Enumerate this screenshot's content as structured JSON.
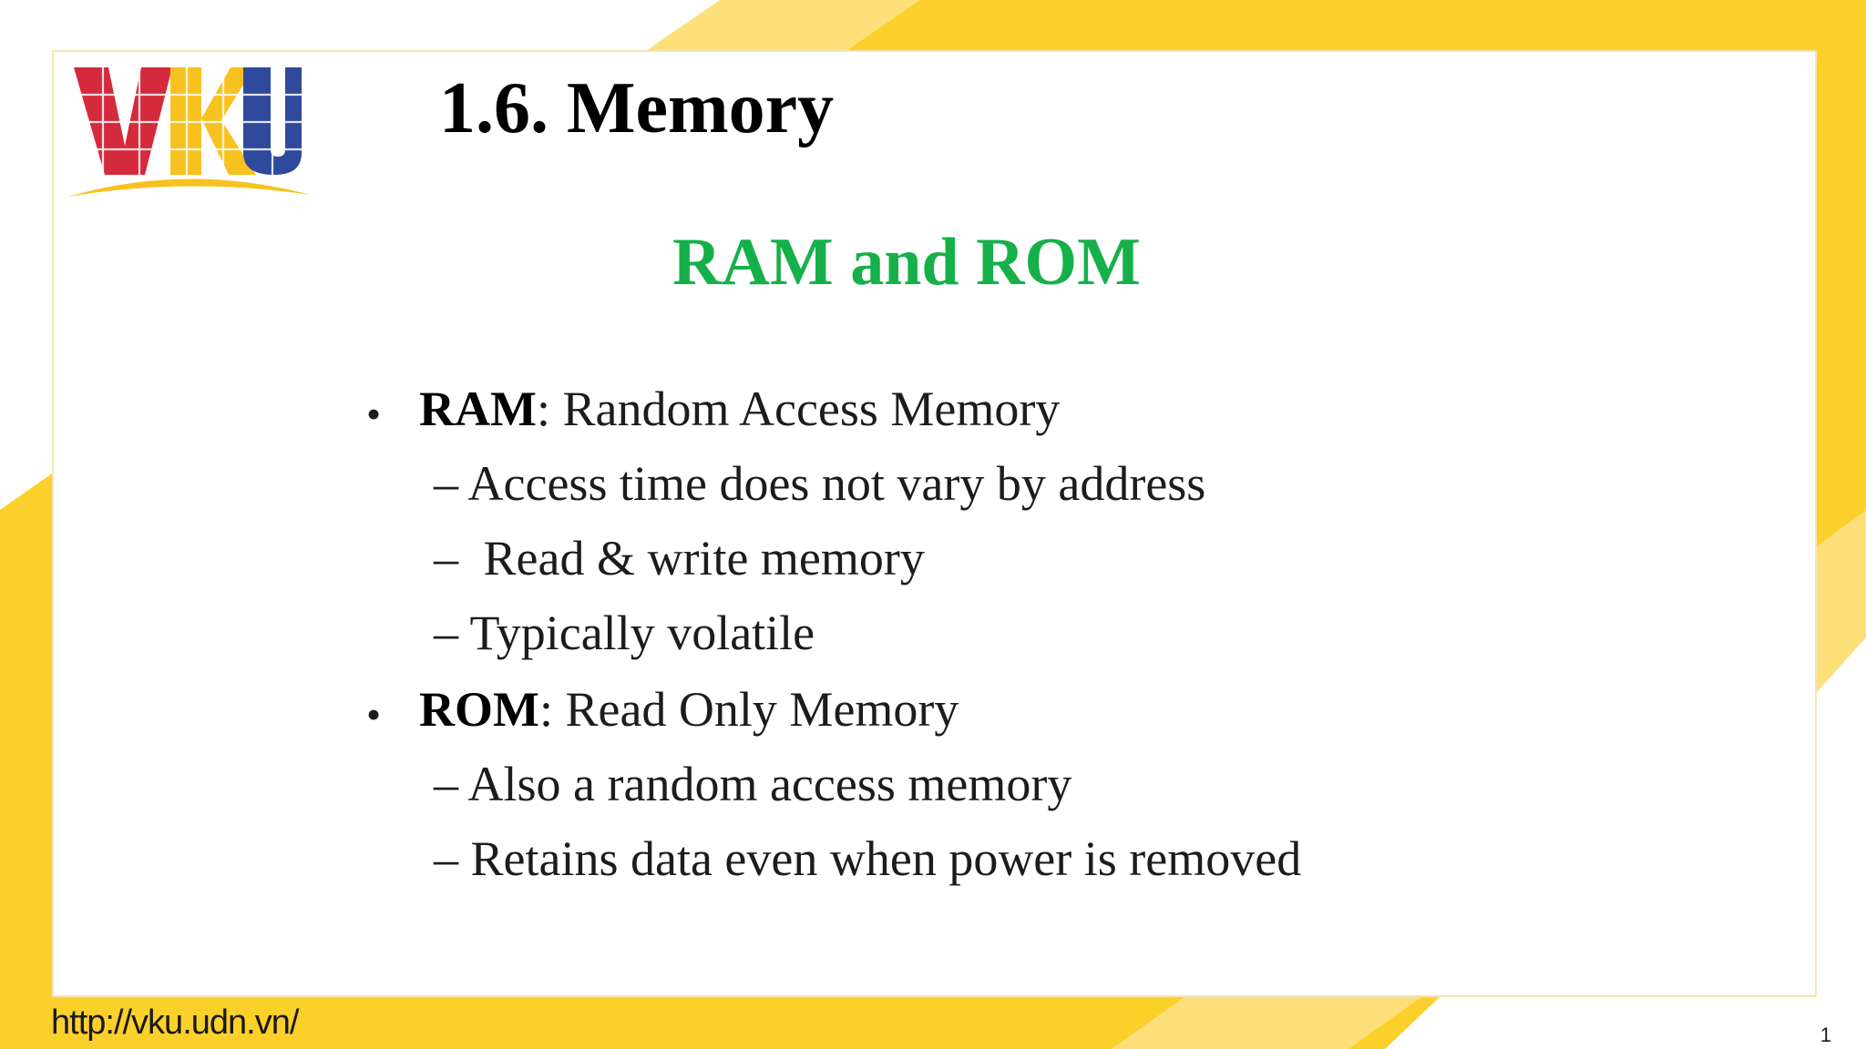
{
  "slide": {
    "title": "1.6. Memory",
    "subtitle": "RAM and ROM",
    "logo_text": "VKU",
    "footer_url": "http://vku.udn.vn/",
    "page_number": "1"
  },
  "bullets": [
    {
      "term": "RAM",
      "rest": ": Random Access Memory",
      "subitems": [
        "Access time does not vary by address",
        "Read & write memory",
        "Typically volatile"
      ]
    },
    {
      "term": "ROM",
      "rest": ": Read Only Memory",
      "subitems": [
        "Also a random access memory",
        "Retains data even when power is removed"
      ]
    }
  ],
  "symbols": {
    "bullet": "•",
    "dash": "–"
  },
  "colors": {
    "accent_yellow": "#fcd02a",
    "subtitle_green": "#16b04a",
    "logo_red": "#d42a3c",
    "logo_yellow": "#f7c21f",
    "logo_blue": "#2f4a9c"
  }
}
